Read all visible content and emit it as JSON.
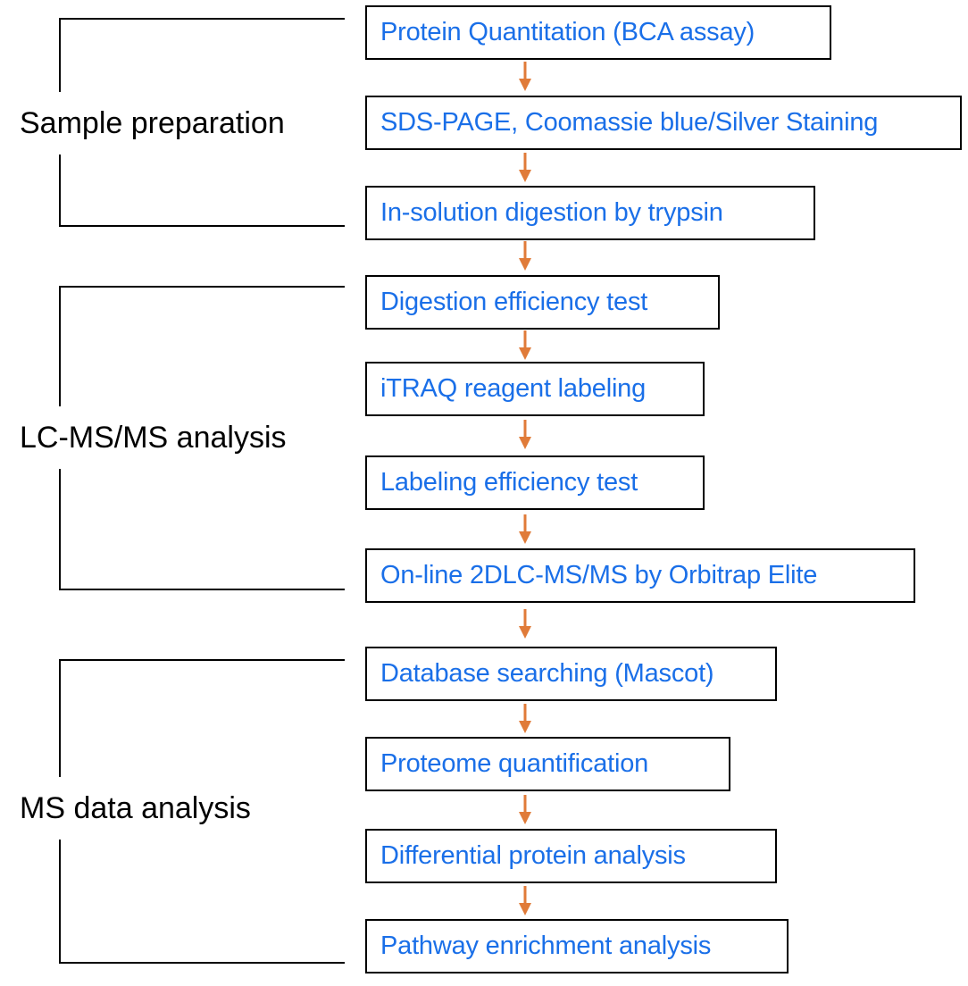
{
  "colors": {
    "step_text": "#1a6fe8",
    "arrow": "#e07b39",
    "border": "#000000"
  },
  "groups": [
    {
      "label": "Sample preparation"
    },
    {
      "label": "LC-MS/MS analysis"
    },
    {
      "label": "MS data analysis"
    }
  ],
  "steps": [
    {
      "label": "Protein Quantitation (BCA assay)"
    },
    {
      "label": "SDS-PAGE, Coomassie blue/Silver Staining"
    },
    {
      "label": "In-solution digestion by trypsin"
    },
    {
      "label": "Digestion efficiency test"
    },
    {
      "label": "iTRAQ reagent labeling"
    },
    {
      "label": "Labeling efficiency test"
    },
    {
      "label": "On-line 2DLC-MS/MS by Orbitrap Elite"
    },
    {
      "label": "Database searching (Mascot)"
    },
    {
      "label": "Proteome quantification"
    },
    {
      "label": "Differential protein analysis"
    },
    {
      "label": "Pathway enrichment analysis"
    }
  ]
}
